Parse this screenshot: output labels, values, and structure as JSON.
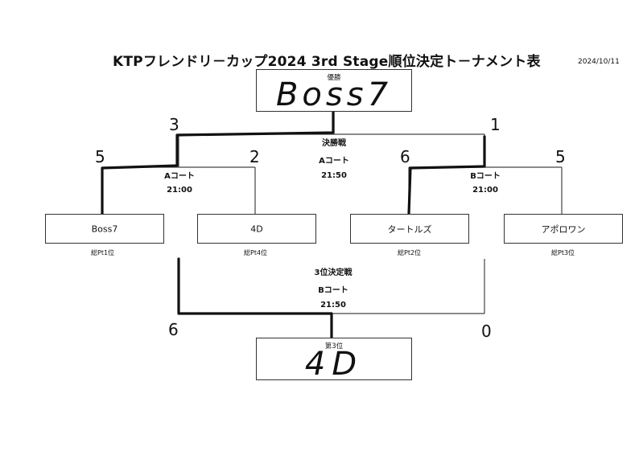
{
  "header": {
    "title": "KTPフレンドリ－カップ2024 3rd Stage順位決定ト－ナメント表",
    "date": "2024/10/11"
  },
  "champion": {
    "label": "優勝",
    "team": "Boss7"
  },
  "third_place": {
    "label": "第3位",
    "team": "4D"
  },
  "final": {
    "name": "決勝戦",
    "court": "Aコート",
    "time": "21:50"
  },
  "third_place_match": {
    "name": "3位決定戦",
    "court": "Bコート",
    "time": "21:50"
  },
  "semi_a": {
    "court": "Aコート",
    "time": "21:00"
  },
  "semi_b": {
    "court": "Bコート",
    "time": "21:00"
  },
  "teams": [
    {
      "name": "Boss7",
      "rank": "総Pt1位"
    },
    {
      "name": "4D",
      "rank": "総Pt4位"
    },
    {
      "name": "タートルズ",
      "rank": "総Pt2位"
    },
    {
      "name": "アポロワン",
      "rank": "総Pt3位"
    }
  ],
  "scores": {
    "semi_a_left": "5",
    "semi_a_right": "2",
    "semi_b_left": "6",
    "semi_b_right": "5",
    "final_left": "3",
    "final_right": "1",
    "third_left": "6",
    "third_right": "0"
  }
}
